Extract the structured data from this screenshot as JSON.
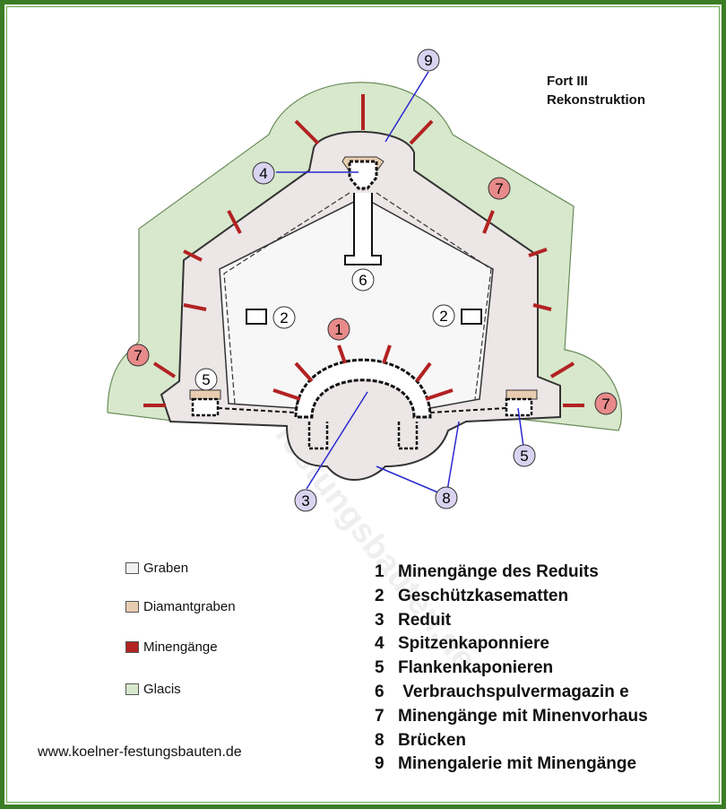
{
  "title": {
    "line1": "Fort III",
    "line2": "Rekonstruktion"
  },
  "watermark": "www.koelner-festungsbauten.de",
  "url": "www.koelner-festungsbauten.de",
  "colors": {
    "glacis": "#d8e8cc",
    "graben": "#ece6e6",
    "diamantgraben": "#e8cdb0",
    "minengaenge": "#b22222",
    "callout_blue": "#d9d3f0",
    "callout_red": "#e88a8a",
    "leader": "#2a2ad0"
  },
  "legend": [
    {
      "label": "Graben",
      "color": "#f2f0f0"
    },
    {
      "label": "Diamantgraben",
      "color": "#e8cdb0"
    },
    {
      "label": "Minengänge",
      "color": "#b22222"
    },
    {
      "label": "Glacis",
      "color": "#d8e8cc"
    }
  ],
  "key": [
    {
      "num": "1",
      "text": "Minengänge des Reduits"
    },
    {
      "num": "2",
      "text": "Geschützkasematten"
    },
    {
      "num": "3",
      "text": "Reduit"
    },
    {
      "num": "4",
      "text": "Spitzenkaponniere"
    },
    {
      "num": "5",
      "text": "Flankenkaponieren"
    },
    {
      "num": "6",
      "text": " Verbrauchspulvermagazin e"
    },
    {
      "num": "7",
      "text": "Minengänge mit Minenvorhaus"
    },
    {
      "num": "8",
      "text": "Brücken"
    },
    {
      "num": "9",
      "text": "Minengalerie mit Minengänge"
    }
  ],
  "callouts": [
    {
      "label": "9",
      "style": "blue",
      "icon": "circle-callout"
    },
    {
      "label": "4",
      "style": "blue",
      "icon": "circle-callout"
    },
    {
      "label": "7",
      "style": "red",
      "icon": "circle-callout"
    },
    {
      "label": "6",
      "style": "plain",
      "icon": "circle-callout"
    },
    {
      "label": "2",
      "style": "plain",
      "icon": "circle-callout"
    },
    {
      "label": "1",
      "style": "red",
      "icon": "circle-callout"
    },
    {
      "label": "2",
      "style": "plain",
      "icon": "circle-callout"
    },
    {
      "label": "7",
      "style": "red",
      "icon": "circle-callout"
    },
    {
      "label": "5",
      "style": "plain",
      "icon": "circle-callout"
    },
    {
      "label": "7",
      "style": "red",
      "icon": "circle-callout"
    },
    {
      "label": "5",
      "style": "blue",
      "icon": "circle-callout"
    },
    {
      "label": "3",
      "style": "blue",
      "icon": "circle-callout"
    },
    {
      "label": "8",
      "style": "blue",
      "icon": "circle-callout"
    }
  ]
}
